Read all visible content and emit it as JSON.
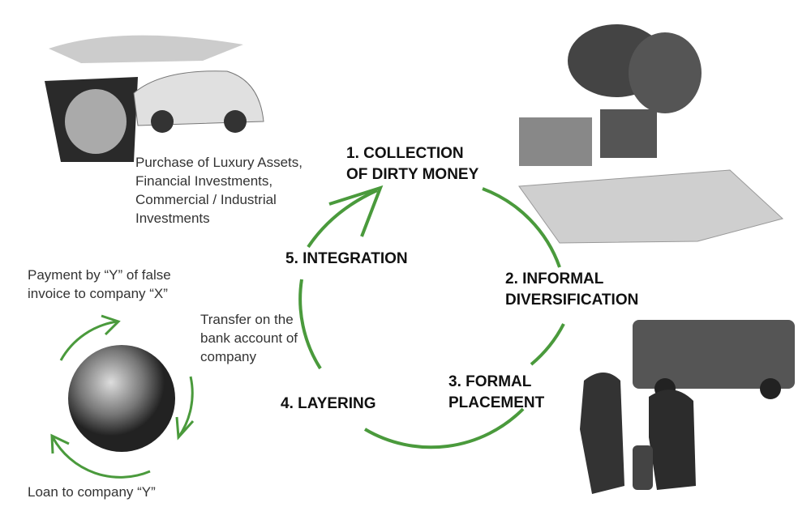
{
  "colors": {
    "arrow": "#4a9a3c",
    "photo": "#6b6b6b"
  },
  "stages": {
    "s1": [
      "1. COLLECTION",
      "OF DIRTY MONEY"
    ],
    "s2": [
      "2. INFORMAL",
      "DIVERSIFICATION"
    ],
    "s3": [
      "3. FORMAL",
      "PLACEMENT"
    ],
    "s4": "4. LAYERING",
    "s5": "5. INTEGRATION"
  },
  "notes": {
    "luxury": [
      "Purchase of Luxury Assets,",
      "Financial Investments,",
      "Commercial / Industrial",
      "Investments"
    ],
    "payment": [
      "Payment by “Y” of false",
      "invoice to company “X”"
    ],
    "transfer": [
      "Transfer on the",
      "bank account of",
      "company"
    ],
    "loan": "Loan to company “Y”"
  }
}
